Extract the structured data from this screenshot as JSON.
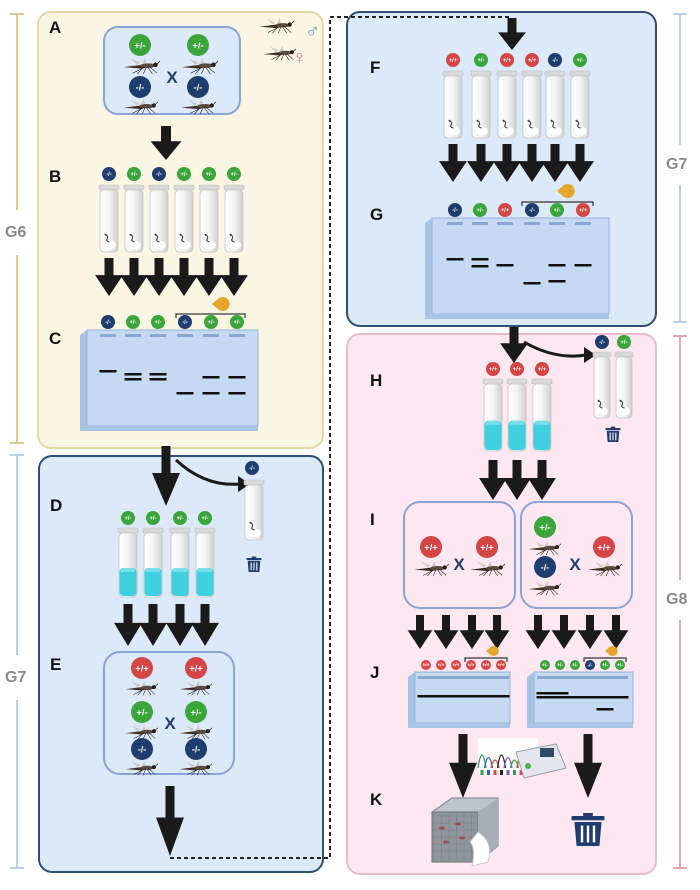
{
  "panels": {
    "a": "A",
    "b": "B",
    "c": "C",
    "d": "D",
    "e": "E",
    "f": "F",
    "g": "G",
    "h": "H",
    "i": "I",
    "j": "J",
    "k": "K"
  },
  "generations": {
    "g6": "G6",
    "g7_left": "G7",
    "g7_right": "G7",
    "g8": "G8"
  },
  "genotypes": {
    "hom": "+/+",
    "het": "+/-",
    "mut": "-/-"
  },
  "cross_symbol": "X",
  "sex_symbols": {
    "male": "♂",
    "female": "♀"
  },
  "colors": {
    "g6_background": "#fbf6e4",
    "g7_background": "#dce9f8",
    "g8_background": "#fde7f0",
    "hom_circle": "#d64545",
    "het_circle": "#3aa63a",
    "mut_circle": "#1f3d6e",
    "buffer_liquid": "#3fd0e0",
    "enzyme": "#e6a52b",
    "arrow": "#1a1a1a"
  }
}
